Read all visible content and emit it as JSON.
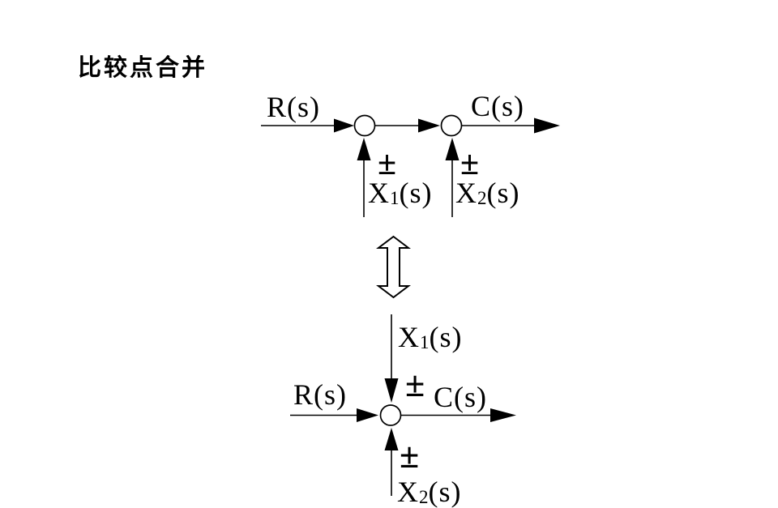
{
  "title": "比较点合并",
  "colors": {
    "ink": "#000000",
    "paper": "#ffffff"
  },
  "before": {
    "input": "R(s)",
    "output": "C(s)",
    "branch1": {
      "base": "X",
      "sub": "1",
      "rest": "(s)",
      "sign": "±"
    },
    "branch2": {
      "base": "X",
      "sub": "2",
      "rest": "(s)",
      "sign": "±"
    }
  },
  "after": {
    "input": "R(s)",
    "output": "C(s)",
    "top_branch": {
      "base": "X",
      "sub": "1",
      "rest": "(s)",
      "sign": "±"
    },
    "bottom_branch": {
      "base": "X",
      "sub": "2",
      "rest": "(s)",
      "sign": "±"
    }
  }
}
